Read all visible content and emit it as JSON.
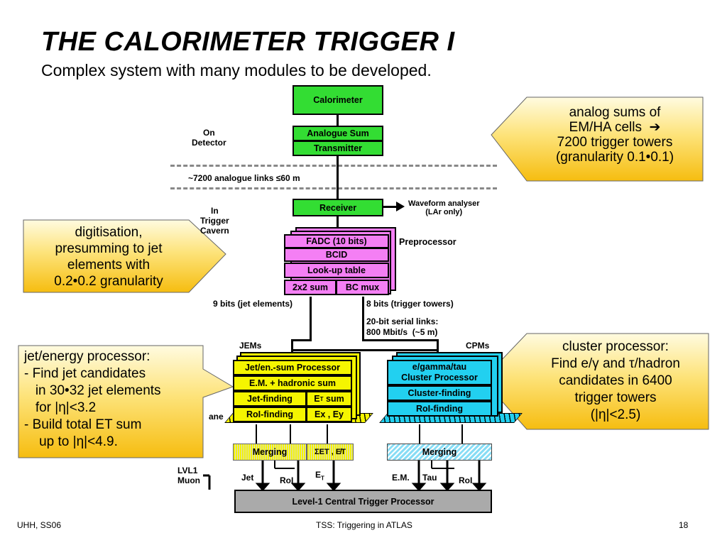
{
  "slide": {
    "title": "THE CALORIMETER TRIGGER I",
    "subtitle": "Complex system with many modules to be developed."
  },
  "diagram": {
    "calorimeter": "Calorimeter",
    "analogue_sum": "Analogue Sum",
    "transmitter": "Transmitter",
    "on_detector": "On\nDetector",
    "links": "~7200 analogue links  ≤60 m",
    "in_trigger_cavern": "In\nTrigger\nCavern",
    "receiver": "Receiver",
    "waveform": "Waveform analyser\n(LAr only)",
    "preprocessor": "Preprocessor",
    "fadc": "FADC (10 bits)",
    "bcid": "BCID",
    "lut": "Look-up table",
    "sum2x2": "2x2 sum",
    "bcmux": "BC mux",
    "jet_elements": "9 bits (jet elements)",
    "trigger_towers": "8 bits (trigger towers)",
    "serial_links": "20-bit serial links:\n800 Mbit/s  (~5 m)",
    "jems": "JEMs",
    "cpms": "CPMs",
    "jet_en_sum": "Jet/en.-sum  Processor",
    "em_hadronic": "E.M. + hadronic sum",
    "jet_finding": "Jet-finding",
    "et_sum_left": "E",
    "et_sum_sub": "T",
    "et_sum_right": " sum",
    "roi_finding_jem": "RoI-finding",
    "ex_ey": "Ex , Ey",
    "egamma": "e/gamma/tau\nCluster Processor",
    "cluster_finding": "Cluster-finding",
    "roi_finding_cpm": "RoI-finding",
    "backplane": "ane",
    "merging_jet": "Merging",
    "merging_sum": "ΣET , E̸T",
    "merging_cp": "Merging",
    "lvl1_muon": "LVL1\nMuon",
    "jet": "Jet",
    "roi1": "RoI",
    "et": "E",
    "et_sub": "T",
    "em": "E.M.",
    "tau": "Tau",
    "roi2": "RoI",
    "ctp": "Level-1 Central Trigger Processor"
  },
  "callouts": {
    "analog": "analog sums of\nEM/HA cells  ➔\n7200 trigger towers\n(granularity 0.1•0.1)",
    "digitisation": "digitisation,\npresumming to jet\nelements with\n0.2•0.2 granularity",
    "jet_energy": "jet/energy processor:\n- Find jet candidates\n   in 30•32 jet elements\n   for |η|<3.2\n- Build total ET sum\n    up to |η|<4.9.",
    "cluster": "cluster processor:\nFind e/γ and τ/hadron\ncandidates in 6400\ntrigger towers\n(|η|<2.5)"
  },
  "footer": {
    "left": "UHH, SS06",
    "center": "TSS: Triggering in ATLAS",
    "right": "18"
  },
  "colors": {
    "green": "#33dd33",
    "pink": "#f47ff4",
    "yellow": "#f5f500",
    "cyan": "#22d0f0",
    "callout": "#fdd23a",
    "ctp": "#aaaaaa"
  }
}
